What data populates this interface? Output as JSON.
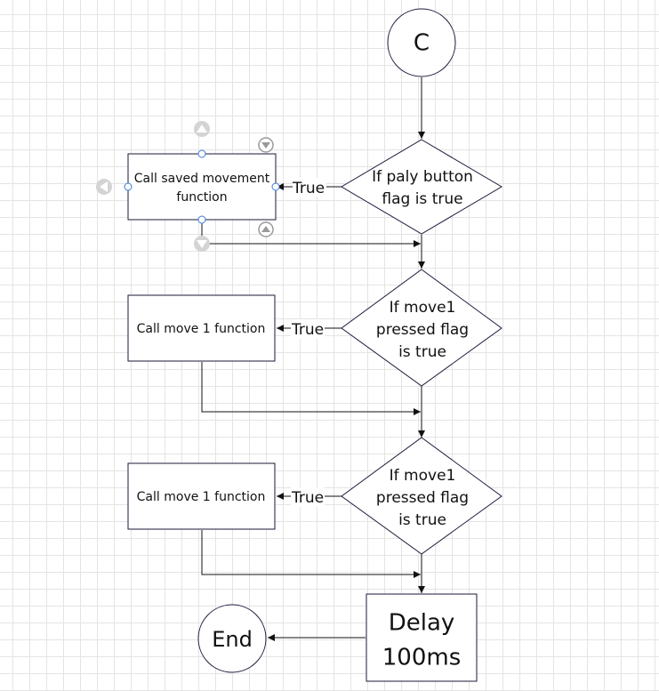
{
  "nodes": {
    "start_connector": "C",
    "decision_play": [
      "If paly button",
      "flag is true"
    ],
    "process_saved": [
      "Call saved movement",
      "function"
    ],
    "decision_move1_a": [
      "If move1",
      "pressed flag",
      "is true"
    ],
    "process_move1_a": "Call move 1 function",
    "decision_move1_b": [
      "If move1",
      "pressed flag",
      "is true"
    ],
    "process_move1_b": "Call move 1 function",
    "process_delay": [
      "Delay",
      "100ms"
    ],
    "end_terminal": "End"
  },
  "edge_labels": {
    "true_1": "True",
    "true_2": "True",
    "true_3": "True"
  }
}
